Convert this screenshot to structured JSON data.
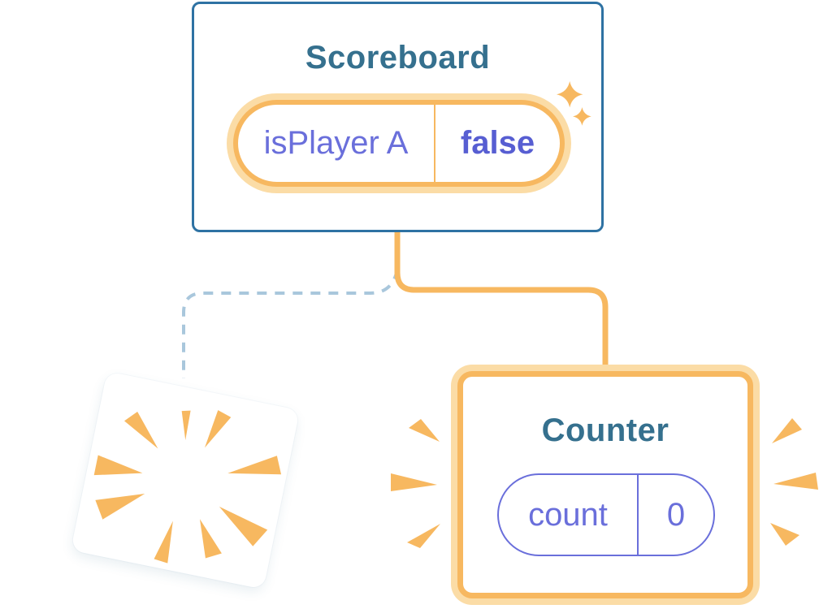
{
  "colors": {
    "card_border_blue": "#2E72A3",
    "title_blue": "#35708E",
    "orange": "#F7B860",
    "orange_light": "#FBDCA6",
    "indigo": "#6A6FDB",
    "indigo_bold": "#575ED2",
    "dash_blue": "#A9C7DC",
    "bg": "#FFFFFF"
  },
  "scoreboard": {
    "title": "Scoreboard",
    "state_pill": {
      "label": "isPlayer A",
      "value": "false"
    }
  },
  "counter": {
    "title": "Counter",
    "state_pill": {
      "label": "count",
      "value": "0"
    }
  },
  "icons": {
    "sparkle": "sparkle-icon",
    "poof_burst": "poof-burst-icon",
    "emphasis_rays": "emphasis-rays-icon",
    "solid_connector": "tree-connector-kept",
    "dashed_connector": "tree-connector-removed"
  }
}
